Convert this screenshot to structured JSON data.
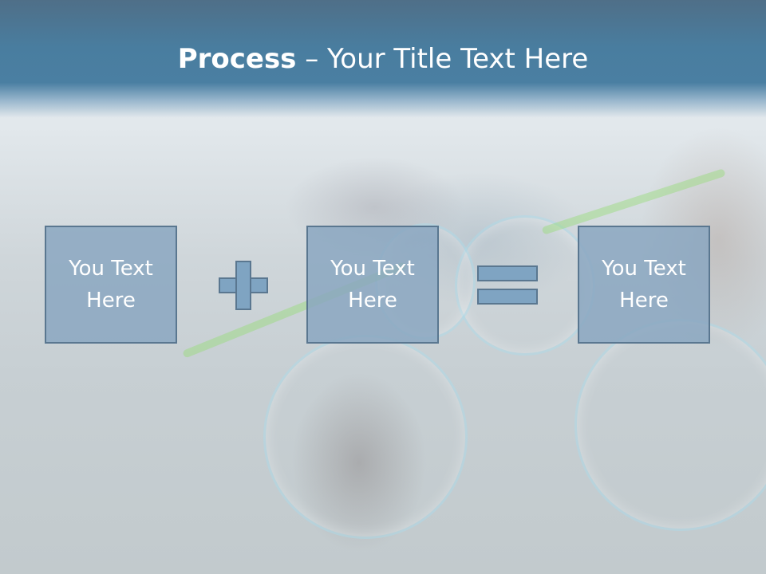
{
  "slide": {
    "title_bold": "Process",
    "title_rest": " – Your Title Text Here",
    "boxes": [
      {
        "label": "You Text Here"
      },
      {
        "label": "You Text Here"
      },
      {
        "label": "You Text Here"
      }
    ],
    "operators": [
      "plus-icon",
      "equals-icon"
    ]
  },
  "colors": {
    "header": "#4a7fa2",
    "box_fill": "#87a5c0",
    "box_border": "#5a7790",
    "text": "#ffffff"
  }
}
